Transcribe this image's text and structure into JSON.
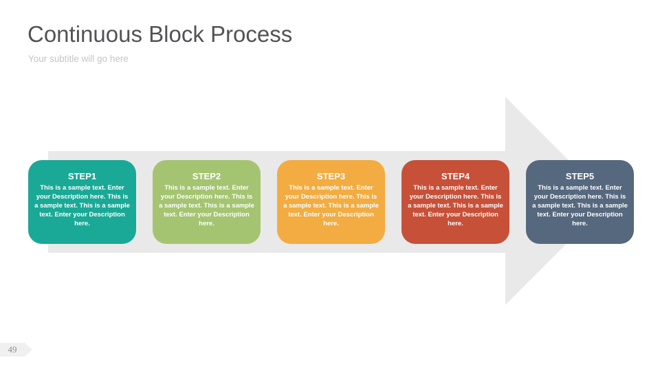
{
  "slide": {
    "title": "Continuous Block Process",
    "subtitle": "Your subtitle will go here",
    "page_number": "49"
  },
  "colors": {
    "background": "#ffffff",
    "title_text": "#525356",
    "subtitle_text": "#c5c5c5",
    "arrow_gray": "#e9e9e9",
    "step_text": "#ffffff",
    "page_badge_bg": "#f0f0f0",
    "page_number_text": "#8f8f8f"
  },
  "process": {
    "sample_description": "This is a sample text. Enter your Description here. This is a sample text. This is a sample text. Enter your Description here.",
    "steps": [
      {
        "label": "STEP1",
        "color": "#1aa996",
        "description": "This is a sample text. Enter your Description here. This is a sample text. This is a sample text. Enter your Description here."
      },
      {
        "label": "STEP2",
        "color": "#a5c471",
        "description": "This is a sample text. Enter your Description here. This is a sample text. This is a sample text. Enter your Description here."
      },
      {
        "label": "STEP3",
        "color": "#f2ac41",
        "description": "This is a sample text. Enter your Description here. This is a sample text. This is a sample text. Enter your Description here."
      },
      {
        "label": "STEP4",
        "color": "#c75038",
        "description": "This is a sample text. Enter your Description here. This is a sample text. This is a sample text. Enter your Description here."
      },
      {
        "label": "STEP5",
        "color": "#56687e",
        "description": "This is a sample text. Enter your Description here. This is a sample text. This is a sample text. Enter your Description here."
      }
    ]
  }
}
